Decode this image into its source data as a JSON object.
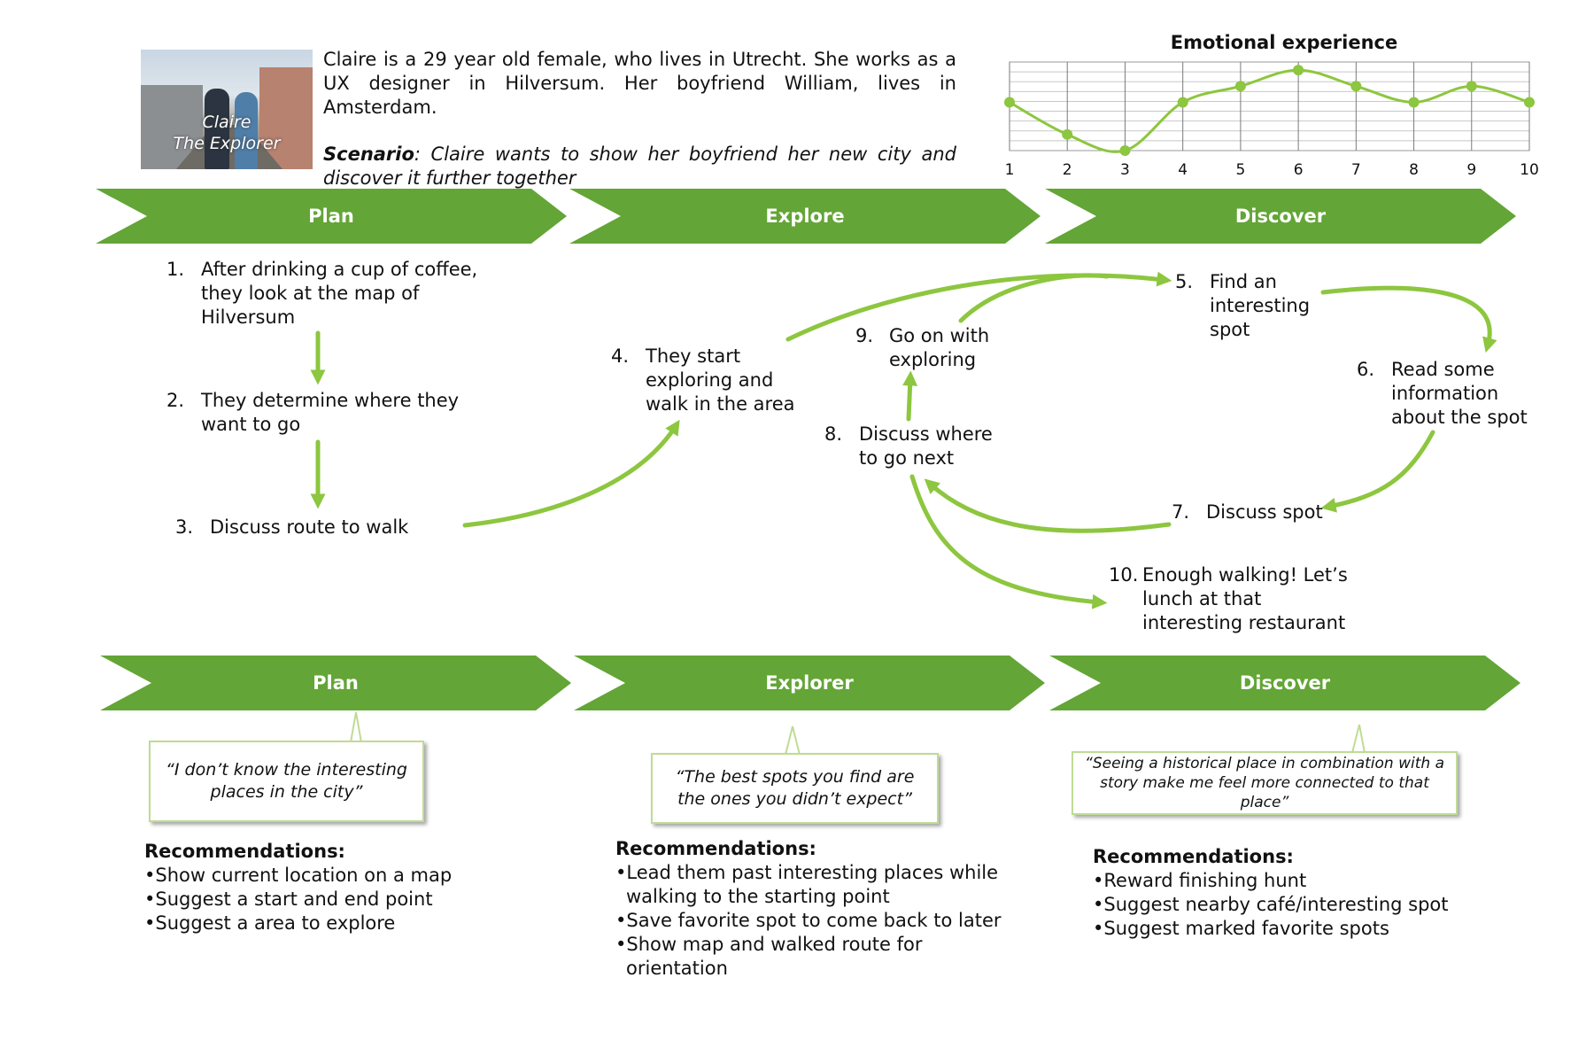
{
  "persona": {
    "photo_caption_line1": "Claire",
    "photo_caption_line2": "The Explorer",
    "description": "Claire is a 29 year old female, who lives in Utrecht. She works as a UX designer in Hilversum. Her boyfriend William, lives in Amsterdam.",
    "scenario_label": "Scenario",
    "scenario_text": ": Claire wants to show her boyfriend her new city and discover it further together"
  },
  "chart_data": {
    "type": "line",
    "title": "Emotional experience",
    "x": [
      1,
      2,
      3,
      4,
      5,
      6,
      7,
      8,
      9,
      10
    ],
    "series": [
      {
        "values": [
          3,
          1,
          0,
          3,
          4,
          5,
          4,
          3,
          4,
          3
        ]
      }
    ],
    "ylim": [
      0,
      5.5
    ],
    "grid": true,
    "line_color": "#8dc63f"
  },
  "colors": {
    "stage_green": "#63a536",
    "arrow_green": "#8dc63f",
    "quote_border": "#bfdc93"
  },
  "top_stages": [
    {
      "label": "Plan"
    },
    {
      "label": "Explore"
    },
    {
      "label": "Discover"
    }
  ],
  "steps": [
    {
      "num": "1.",
      "text": "After drinking a cup of coffee, they look at the map of Hilversum"
    },
    {
      "num": "2.",
      "text": "They determine where they want to go"
    },
    {
      "num": "3.",
      "text": "Discuss route to walk"
    },
    {
      "num": "4.",
      "text": "They start exploring and walk in the area"
    },
    {
      "num": "5.",
      "text": "Find an interesting spot"
    },
    {
      "num": "6.",
      "text": "Read some information about the spot"
    },
    {
      "num": "7.",
      "text": "Discuss spot"
    },
    {
      "num": "8.",
      "text": "Discuss where to go next"
    },
    {
      "num": "9.",
      "text": "Go on with exploring"
    },
    {
      "num": "10.",
      "text": "Enough walking! Let’s lunch at that interesting restaurant"
    }
  ],
  "bottom_stages": [
    {
      "label": "Plan"
    },
    {
      "label": "Explorer"
    },
    {
      "label": "Discover"
    }
  ],
  "quotes": [
    {
      "text": "“I don’t know the interesting places in the city”"
    },
    {
      "text": "“The best spots you find are the ones you didn’t expect”"
    },
    {
      "text": "“Seeing a historical place in combination with a story make me feel more connected to that place”"
    }
  ],
  "recommendations": [
    {
      "title": "Recommendations:",
      "items": [
        "•Show current location on a map",
        "•Suggest a start and end point",
        "•Suggest a area to explore"
      ]
    },
    {
      "title": "Recommendations:",
      "items": [
        "•Lead them past interesting places while walking to the starting point",
        "•Save favorite spot to come back to later",
        "•Show map and walked route for orientation"
      ]
    },
    {
      "title": "Recommendations:",
      "items": [
        "•Reward finishing hunt",
        "•Suggest nearby café/interesting spot",
        "•Suggest marked favorite spots"
      ]
    }
  ]
}
